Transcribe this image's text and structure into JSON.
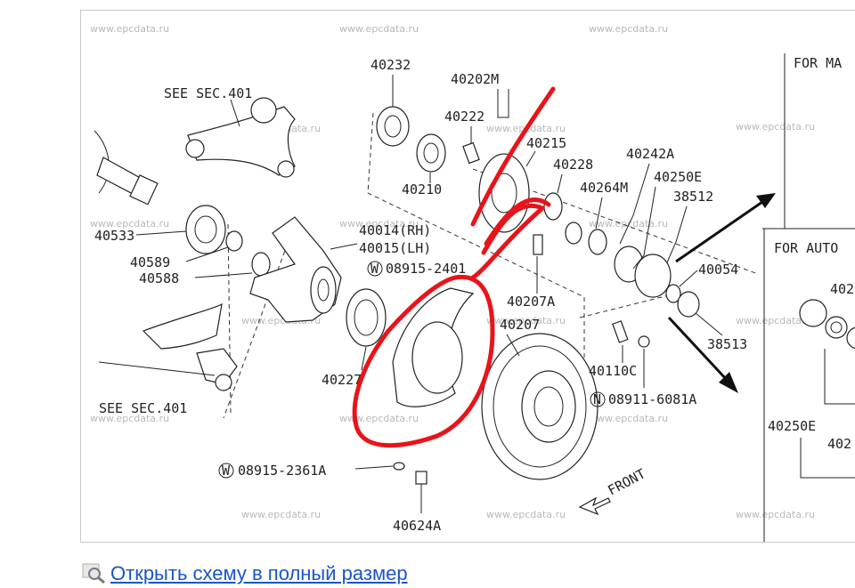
{
  "watermark": "www.epcdata.ru",
  "labels": {
    "see_sec_top": "SEE SEC.401",
    "see_sec_bottom": "SEE SEC.401",
    "p40232": "40232",
    "p40202m": "40202M",
    "p40222": "40222",
    "p40215": "40215",
    "p40228": "40228",
    "p40242a": "40242A",
    "p40264m": "40264M",
    "p40250e": "40250E",
    "p38512": "38512",
    "p40210": "40210",
    "p40533": "40533",
    "p40014": "40014(RH)",
    "p40015": "40015(LH)",
    "w08915_2401": "08915-2401",
    "p40589": "40589",
    "p40588": "40588",
    "p40054": "40054",
    "p40207a": "40207A",
    "p40207": "40207",
    "p38513": "38513",
    "p40110c": "40110C",
    "p40227": "40227",
    "n08911": "08911-6081A",
    "w08915_2361": "08915-2361A",
    "p40624a": "40624A",
    "front": "FRONT",
    "for_ma": "FOR MA",
    "for_auto": "FOR AUTO",
    "p402_a": "402",
    "p402_b": "402",
    "p40250e_b": "40250E",
    "w_symbol": "W",
    "n_symbol": "N"
  },
  "annotation": {
    "color": "#e8141a"
  },
  "link": {
    "text": "Открыть схему в полный размер",
    "color": "#1a55c8"
  }
}
